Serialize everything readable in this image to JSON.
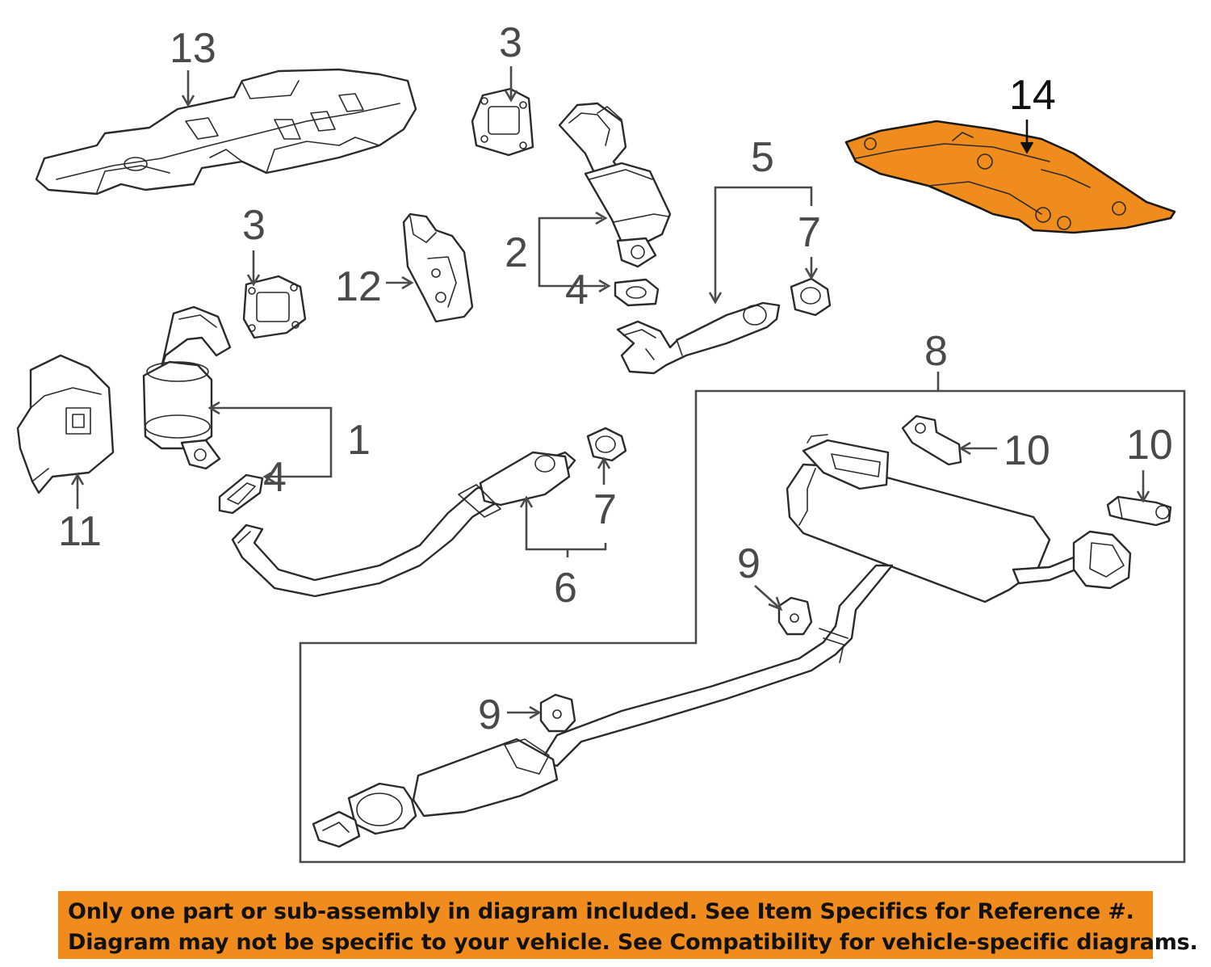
{
  "callouts": {
    "c1": "1",
    "c2": "2",
    "c3a": "3",
    "c3b": "3",
    "c4a": "4",
    "c4b": "4",
    "c5": "5",
    "c6": "6",
    "c7a": "7",
    "c7b": "7",
    "c8": "8",
    "c9a": "9",
    "c9b": "9",
    "c10a": "10",
    "c10b": "10",
    "c11": "11",
    "c12": "12",
    "c13": "13",
    "c14": "14"
  },
  "highlight_part": "14",
  "colors": {
    "highlight": "#f08c1e",
    "banner": "#f08c1e",
    "line": "#4a4a4a"
  },
  "banner": {
    "line1": "Only one part or sub-assembly in diagram included. See Item Specifics for Reference #.",
    "line2": "Diagram may not be specific to your vehicle. See Compatibility for vehicle-specific diagrams."
  }
}
